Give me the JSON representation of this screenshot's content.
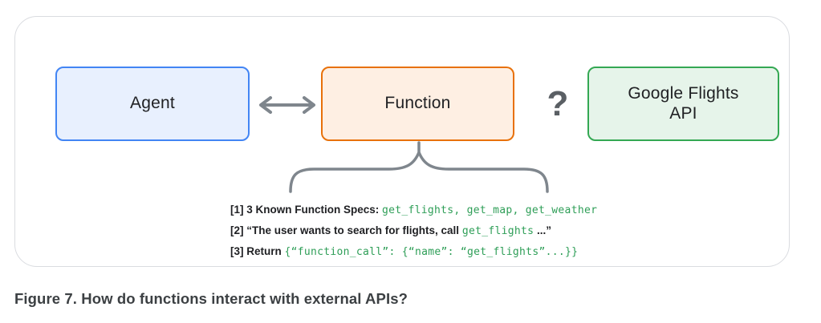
{
  "diagram": {
    "boxes": [
      {
        "id": "agent",
        "label": "Agent",
        "border": "#4285F4",
        "fill": "#E8F0FE"
      },
      {
        "id": "function",
        "label": "Function",
        "border": "#E8710A",
        "fill": "#FEEFE3"
      },
      {
        "id": "api",
        "label": "Google Flights API",
        "border": "#34A853",
        "fill": "#E6F4EA"
      }
    ],
    "question_mark": "?",
    "annotations": [
      {
        "prefix": "[1] 3 Known Function Specs: ",
        "code": "get_flights, get_map, get_weather",
        "suffix": ""
      },
      {
        "prefix": "[2] “The user wants to search for flights, call ",
        "code": "get_flights",
        "suffix": " ...”"
      },
      {
        "prefix": "[3] Return ",
        "code": "{“function_call”: {“name”: “get_flights”...}}",
        "suffix": ""
      }
    ],
    "colors": {
      "connector_gray": "#7F868D",
      "question_mark": "#5A5F64",
      "code_green": "#2E9E57",
      "card_border": "#DADCE0",
      "text": "#202124",
      "caption": "#3C4043"
    }
  },
  "caption": "Figure 7. How do functions interact with external APIs?"
}
